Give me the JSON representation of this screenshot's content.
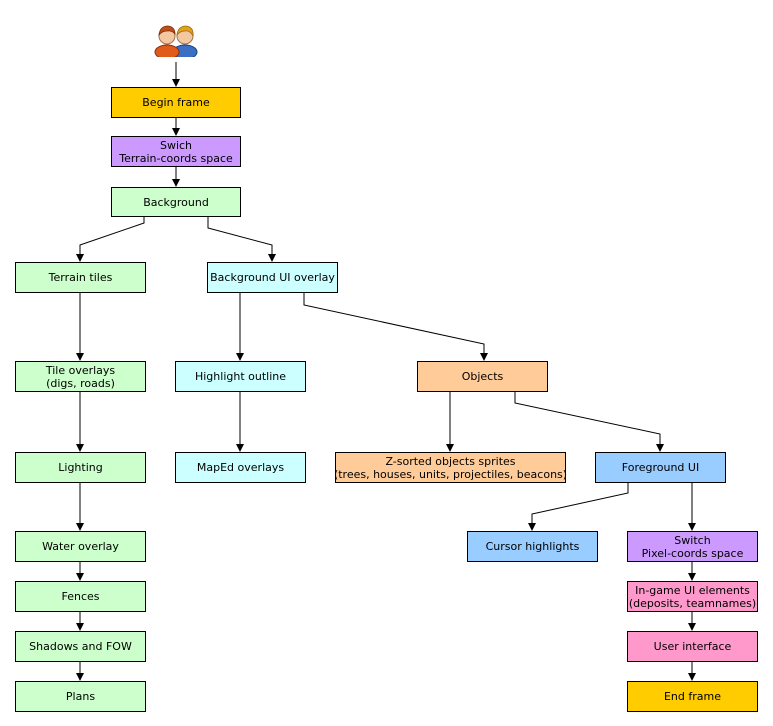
{
  "colors": {
    "yellow": "#ffcc00",
    "purple": "#cc99ff",
    "green": "#ccffcc",
    "cyan": "#ccffff",
    "orange": "#ffcc99",
    "blue": "#99ccff",
    "pink": "#ff99cc"
  },
  "icon": "users-icon",
  "nodes": {
    "begin": "Begin frame",
    "switch_terrain": "Swich\nTerrain-coords space",
    "background": "Background",
    "terrain_tiles": "Terrain tiles",
    "bg_ui_overlay": "Background UI overlay",
    "tile_overlays": "Tile overlays\n(digs, roads)",
    "highlight_outline": "Highlight outline",
    "objects": "Objects",
    "lighting": "Lighting",
    "maped_overlays": "MapEd overlays",
    "zsorted": "Z-sorted objects sprites\n(trees, houses, units, projectiles, beacons)",
    "foreground_ui": "Foreground UI",
    "water_overlay": "Water overlay",
    "cursor_highlights": "Cursor highlights",
    "switch_pixel": "Switch\nPixel-coords space",
    "fences": "Fences",
    "ingame_ui": "In-game UI elements\n(deposits, teamnames)",
    "shadows_fow": "Shadows and FOW",
    "user_interface": "User interface",
    "plans": "Plans",
    "end": "End frame"
  }
}
